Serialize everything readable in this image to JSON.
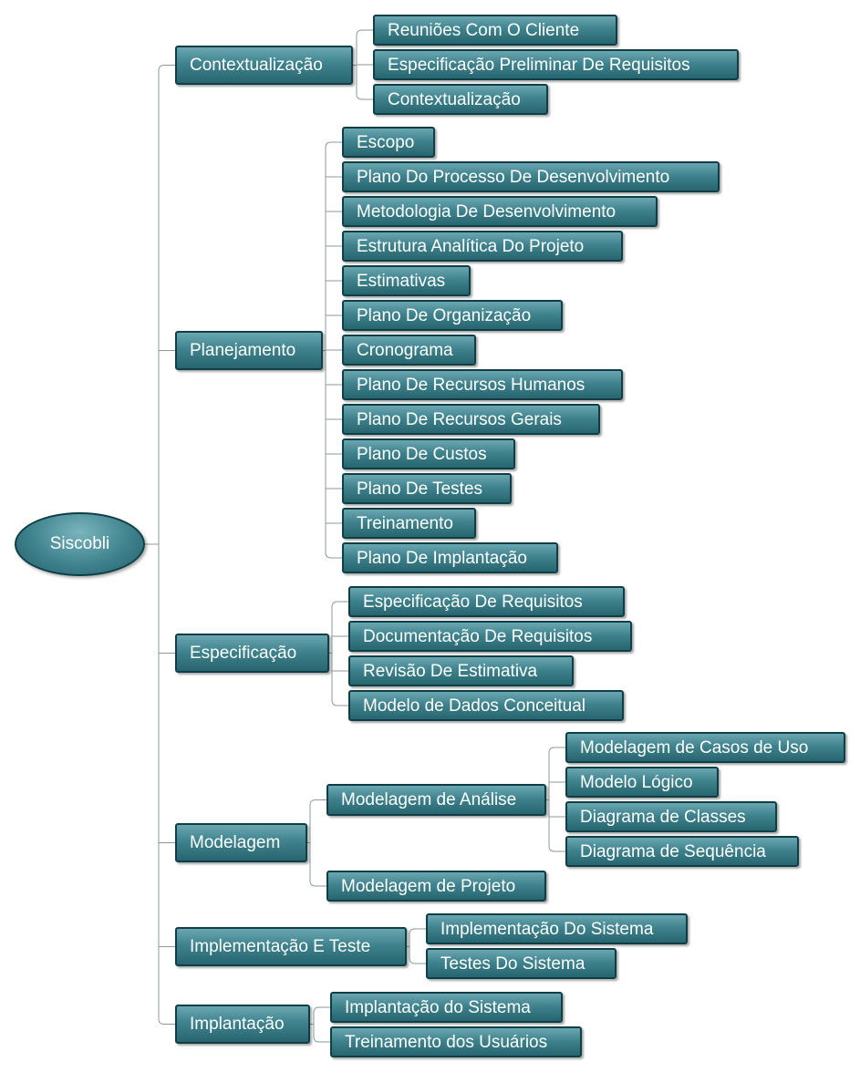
{
  "root": "Siscobli",
  "branches": [
    {
      "label": "Contextualização",
      "children": [
        "Reuniões Com O Cliente",
        "Especificação Preliminar De Requisitos",
        "Contextualização"
      ]
    },
    {
      "label": "Planejamento",
      "children": [
        "Escopo",
        "Plano Do Processo De Desenvolvimento",
        "Metodologia De Desenvolvimento",
        "Estrutura Analítica Do Projeto",
        "Estimativas",
        "Plano De Organização",
        "Cronograma",
        "Plano De Recursos Humanos",
        "Plano De Recursos Gerais",
        "Plano De Custos",
        "Plano De Testes",
        "Treinamento",
        "Plano De Implantação"
      ]
    },
    {
      "label": "Especificação",
      "children": [
        "Especificação De Requisitos",
        "Documentação De Requisitos",
        "Revisão De Estimativa",
        "Modelo de Dados Conceitual"
      ]
    },
    {
      "label": "Modelagem",
      "children": [
        {
          "label": "Modelagem de Análise",
          "children": [
            "Modelagem de Casos de Uso",
            "Modelo Lógico",
            "Diagrama de Classes",
            "Diagrama de Sequência"
          ]
        },
        {
          "label": "Modelagem de Projeto",
          "children": []
        }
      ]
    },
    {
      "label": "Implementação E Teste",
      "children": [
        "Implementação Do Sistema",
        "Testes Do Sistema"
      ]
    },
    {
      "label": "Implantação",
      "children": [
        "Implantação do Sistema",
        "Treinamento dos Usuários"
      ]
    }
  ]
}
